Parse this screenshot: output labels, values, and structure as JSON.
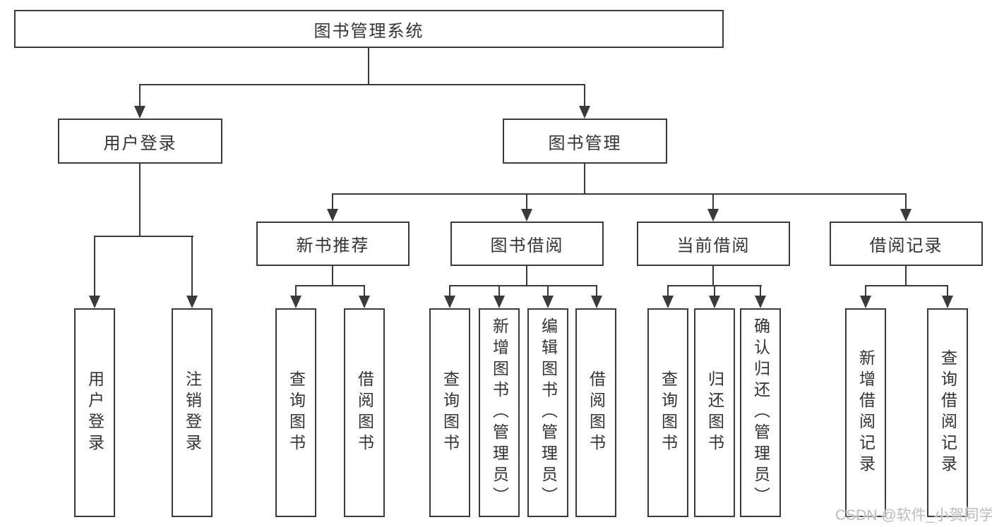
{
  "colors": {
    "line": "#3a3a3a",
    "text": "#333333",
    "bg": "#ffffff",
    "watermark": "#bcbcbc"
  },
  "watermark": "CSDN @软件_小贺同学",
  "tree": {
    "root": {
      "label": "图书管理系统"
    },
    "level2": [
      {
        "id": "user-login",
        "label": "用户登录"
      },
      {
        "id": "book-management",
        "label": "图书管理"
      }
    ],
    "level3": [
      {
        "id": "new-book-recommend",
        "label": "新书推荐",
        "parent": "图书管理"
      },
      {
        "id": "book-borrowing",
        "label": "图书借阅",
        "parent": "图书管理"
      },
      {
        "id": "current-borrowing",
        "label": "当前借阅",
        "parent": "图书管理"
      },
      {
        "id": "borrowing-records",
        "label": "借阅记录",
        "parent": "图书管理"
      }
    ],
    "leaves": [
      {
        "label": "用户登录",
        "parent": "用户登录"
      },
      {
        "label": "注销登录",
        "parent": "用户登录"
      },
      {
        "label": "查询图书",
        "parent": "新书推荐"
      },
      {
        "label": "借阅图书",
        "parent": "新书推荐"
      },
      {
        "label": "查询图书",
        "parent": "图书借阅"
      },
      {
        "label": "新增图书（管理员）",
        "parent": "图书借阅"
      },
      {
        "label": "编辑图书（管理员）",
        "parent": "图书借阅"
      },
      {
        "label": "借阅图书",
        "parent": "图书借阅"
      },
      {
        "label": "查询图书",
        "parent": "当前借阅"
      },
      {
        "label": "归还图书",
        "parent": "当前借阅"
      },
      {
        "label": "确认归还（管理员）",
        "parent": "当前借阅"
      },
      {
        "label": "新增借阅记录",
        "parent": "借阅记录"
      },
      {
        "label": "查询借阅记录",
        "parent": "借阅记录"
      }
    ]
  }
}
